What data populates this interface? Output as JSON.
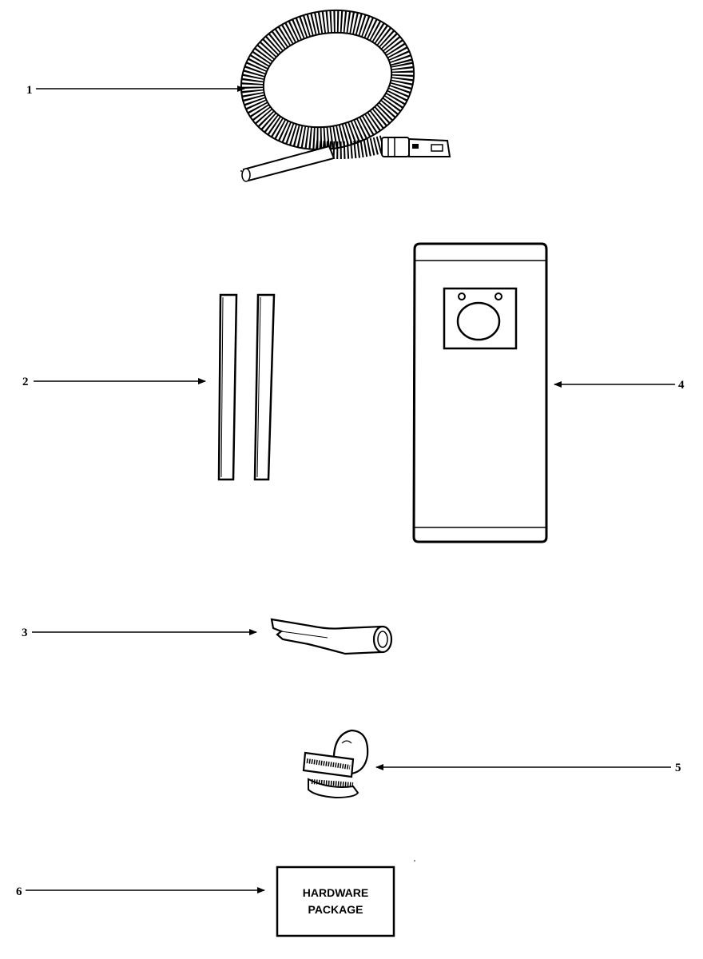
{
  "callouts": [
    {
      "number": "1",
      "part": "hose"
    },
    {
      "number": "2",
      "part": "extension-wands"
    },
    {
      "number": "3",
      "part": "crevice-tool"
    },
    {
      "number": "4",
      "part": "dust-bag"
    },
    {
      "number": "5",
      "part": "dusting-brush"
    },
    {
      "number": "6",
      "part": "hardware-package"
    }
  ],
  "hardware_package": {
    "line1": "HARDWARE",
    "line2": "PACKAGE"
  }
}
